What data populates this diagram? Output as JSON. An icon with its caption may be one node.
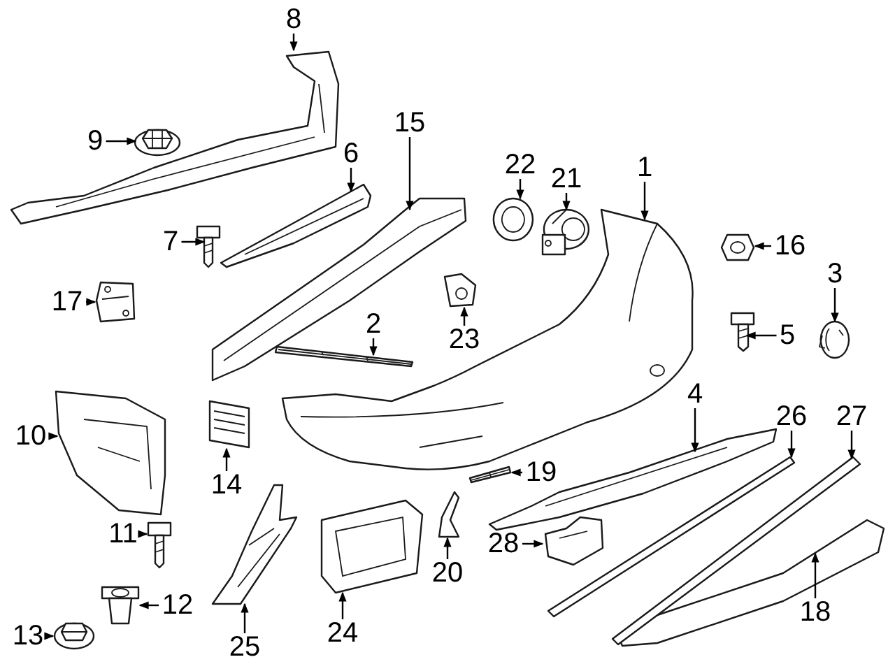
{
  "diagram": {
    "nodes": [
      {
        "text": [
          "1"
        ]
      },
      {
        "text": [
          "2"
        ]
      },
      {
        "text": [
          "3"
        ]
      },
      {
        "text": [
          "4"
        ]
      },
      {
        "text": [
          "5"
        ]
      },
      {
        "text": [
          "6"
        ]
      },
      {
        "text": [
          "7"
        ]
      },
      {
        "text": [
          "8"
        ]
      },
      {
        "text": [
          "9"
        ]
      },
      {
        "text": [
          "10"
        ]
      },
      {
        "text": [
          "11"
        ]
      },
      {
        "text": [
          "12"
        ]
      },
      {
        "text": [
          "13"
        ]
      },
      {
        "text": [
          "14"
        ]
      },
      {
        "text": [
          "15"
        ]
      },
      {
        "text": [
          "16"
        ]
      },
      {
        "text": [
          "17"
        ]
      },
      {
        "text": [
          "18"
        ]
      },
      {
        "text": [
          "19"
        ]
      },
      {
        "text": [
          "20"
        ]
      },
      {
        "text": [
          "21"
        ]
      },
      {
        "text": [
          "22"
        ]
      },
      {
        "text": [
          "23"
        ]
      },
      {
        "text": [
          "24"
        ]
      },
      {
        "text": [
          "25"
        ]
      },
      {
        "text": [
          "26"
        ]
      },
      {
        "text": [
          "27"
        ]
      },
      {
        "text": [
          "28"
        ]
      },
      {
        "text": [],
        "shape": "picture"
      },
      {
        "text": [],
        "shape": "picture"
      },
      {
        "text": [],
        "shape": "picture"
      },
      {
        "text": [],
        "shape": "picture"
      },
      {
        "text": [],
        "shape": "picture"
      },
      {
        "text": [],
        "shape": "picture"
      },
      {
        "text": [],
        "shape": "picture"
      },
      {
        "text": [],
        "shape": "picture"
      },
      {
        "text": [],
        "shape": "picture"
      },
      {
        "text": [],
        "shape": "picture"
      },
      {
        "text": [],
        "shape": "picture"
      },
      {
        "text": [],
        "shape": "picture"
      },
      {
        "text": [],
        "shape": "picture"
      },
      {
        "text": [],
        "shape": "picture"
      },
      {
        "text": [],
        "shape": "picture"
      },
      {
        "text": [],
        "shape": "picture"
      },
      {
        "text": [],
        "shape": "picture"
      },
      {
        "text": [],
        "shape": "picture"
      },
      {
        "text": [],
        "shape": "picture"
      },
      {
        "text": [],
        "shape": "picture"
      },
      {
        "text": [],
        "shape": "picture"
      },
      {
        "text": [],
        "shape": "picture"
      },
      {
        "text": [],
        "shape": "picture"
      },
      {
        "text": [],
        "shape": "picture"
      },
      {
        "text": [],
        "shape": "picture"
      },
      {
        "text": [],
        "shape": "picture"
      },
      {
        "text": [],
        "shape": "picture"
      },
      {
        "text": [],
        "shape": "picture"
      }
    ],
    "edges": [
      {
        "from": 0,
        "to": 28,
        "arrow": "to"
      },
      {
        "from": 1,
        "to": 29,
        "arrow": "to"
      },
      {
        "from": 2,
        "to": 30,
        "arrow": "to"
      },
      {
        "from": 3,
        "to": 31,
        "arrow": "to"
      },
      {
        "from": 4,
        "to": 32,
        "arrow": "to"
      },
      {
        "from": 5,
        "to": 33,
        "arrow": "to"
      },
      {
        "from": 6,
        "to": 34,
        "arrow": "to"
      },
      {
        "from": 7,
        "to": 35,
        "arrow": "to"
      },
      {
        "from": 8,
        "to": 36,
        "arrow": "to"
      },
      {
        "from": 9,
        "to": 37,
        "arrow": "to"
      },
      {
        "from": 10,
        "to": 38,
        "arrow": "to"
      },
      {
        "from": 11,
        "to": 39,
        "arrow": "to"
      },
      {
        "from": 12,
        "to": 40,
        "arrow": "to"
      },
      {
        "from": 13,
        "to": 41,
        "arrow": "to"
      },
      {
        "from": 14,
        "to": 42,
        "arrow": "to"
      },
      {
        "from": 15,
        "to": 43,
        "arrow": "to"
      },
      {
        "from": 16,
        "to": 44,
        "arrow": "to"
      },
      {
        "from": 17,
        "to": 45,
        "arrow": "to"
      },
      {
        "from": 18,
        "to": 46,
        "arrow": "to"
      },
      {
        "from": 19,
        "to": 47,
        "arrow": "to"
      },
      {
        "from": 20,
        "to": 48,
        "arrow": "to"
      },
      {
        "from": 21,
        "to": 49,
        "arrow": "to"
      },
      {
        "from": 22,
        "to": 50,
        "arrow": "to"
      },
      {
        "from": 23,
        "to": 51,
        "arrow": "to"
      },
      {
        "from": 24,
        "to": 52,
        "arrow": "to"
      },
      {
        "from": 25,
        "to": 53,
        "arrow": "to"
      },
      {
        "from": 26,
        "to": 54,
        "arrow": "to"
      },
      {
        "from": 27,
        "to": 55,
        "arrow": "to"
      }
    ]
  }
}
